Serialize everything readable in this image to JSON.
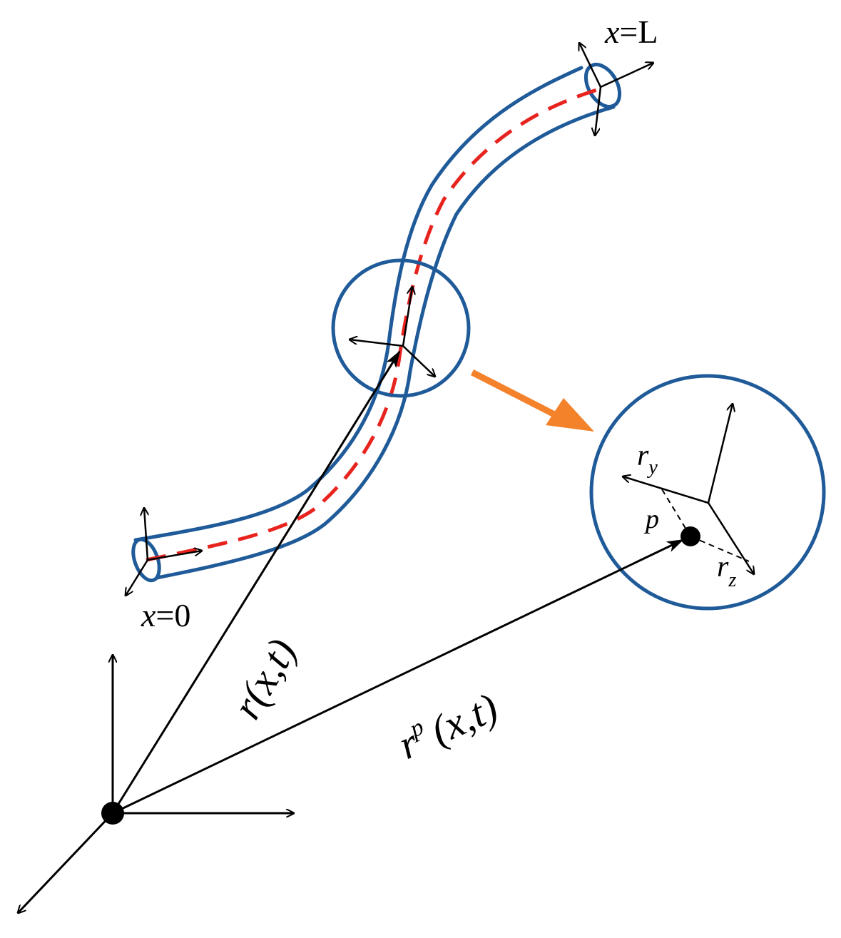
{
  "labels": {
    "x_end_var": "x",
    "x_end_eq": "=L",
    "x_start_var": "x",
    "x_start_eq": "=0",
    "r_vector": "r(x,t)",
    "rp_base": "r",
    "rp_sup": "p",
    "rp_args": "(x,t)",
    "ry_base": "r",
    "ry_sub": "y",
    "rz_base": "r",
    "rz_sub": "z",
    "p_point": "p"
  },
  "colors": {
    "tube": "#1f5a99",
    "centerline": "#e8231e",
    "zoom_arrow": "#f4822a",
    "ink": "#000000"
  }
}
